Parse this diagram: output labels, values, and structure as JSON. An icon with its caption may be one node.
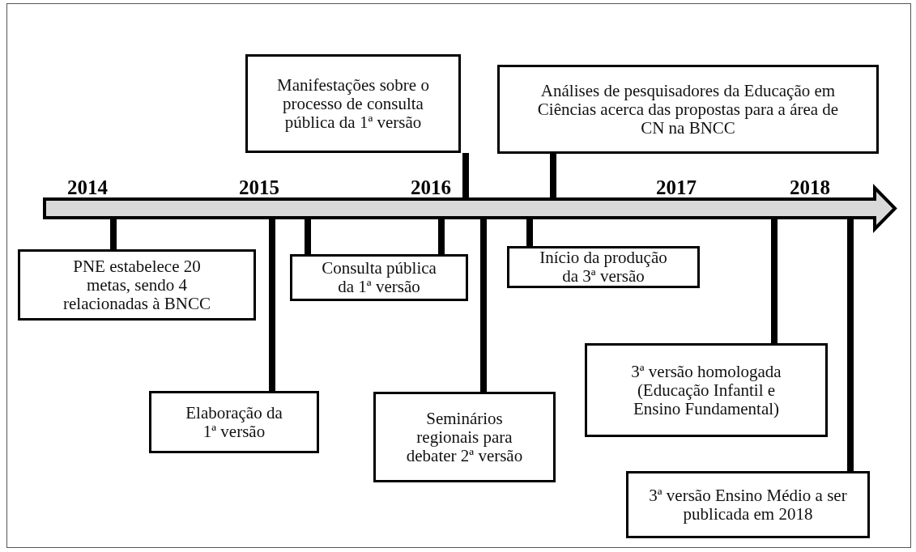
{
  "diagram": {
    "nodes": [
      {
        "text": [],
        "shape": "bar"
      },
      {
        "text": [
          "Manifestações sobre o processo de consulta pública da 1ª versão"
        ]
      },
      {
        "text": [
          "Análises de pesquisadores da Educação em Ciências acerca das propostas para a área de CN na BNCC"
        ]
      },
      {
        "text": [
          "PNE estabelece 20 metas, sendo 4 relacionadas à BNCC"
        ]
      },
      {
        "text": [
          "Consulta pública da 1ª versão"
        ]
      },
      {
        "text": [
          "Início da produção da 3ª versão"
        ]
      },
      {
        "text": [
          "Elaboração da 1ª versão"
        ]
      },
      {
        "text": [
          "Seminários regionais para debater 2ª versão"
        ]
      },
      {
        "text": [
          "3ª versão homologada (Educação Infantil e Ensino Fundamental)"
        ]
      },
      {
        "text": [
          "3ª versão Ensino Médio a ser publicada em 2018"
        ]
      }
    ],
    "edges": [
      {
        "from": 1,
        "to": 0,
        "arrow": "none"
      },
      {
        "from": 2,
        "to": 0,
        "arrow": "none"
      },
      {
        "from": 3,
        "to": 0,
        "arrow": "none"
      },
      {
        "from": 4,
        "to": 0,
        "arrow": "none"
      },
      {
        "from": 4,
        "to": 0,
        "arrow": "none"
      },
      {
        "from": 5,
        "to": 0,
        "arrow": "none"
      },
      {
        "from": 6,
        "to": 0,
        "arrow": "none"
      },
      {
        "from": 7,
        "to": 0,
        "arrow": "none"
      },
      {
        "from": 8,
        "to": 0,
        "arrow": "none"
      },
      {
        "from": 9,
        "to": 0,
        "arrow": "none"
      }
    ],
    "labels": [
      "2014",
      "2015",
      "2016",
      "2017",
      "2018"
    ]
  }
}
